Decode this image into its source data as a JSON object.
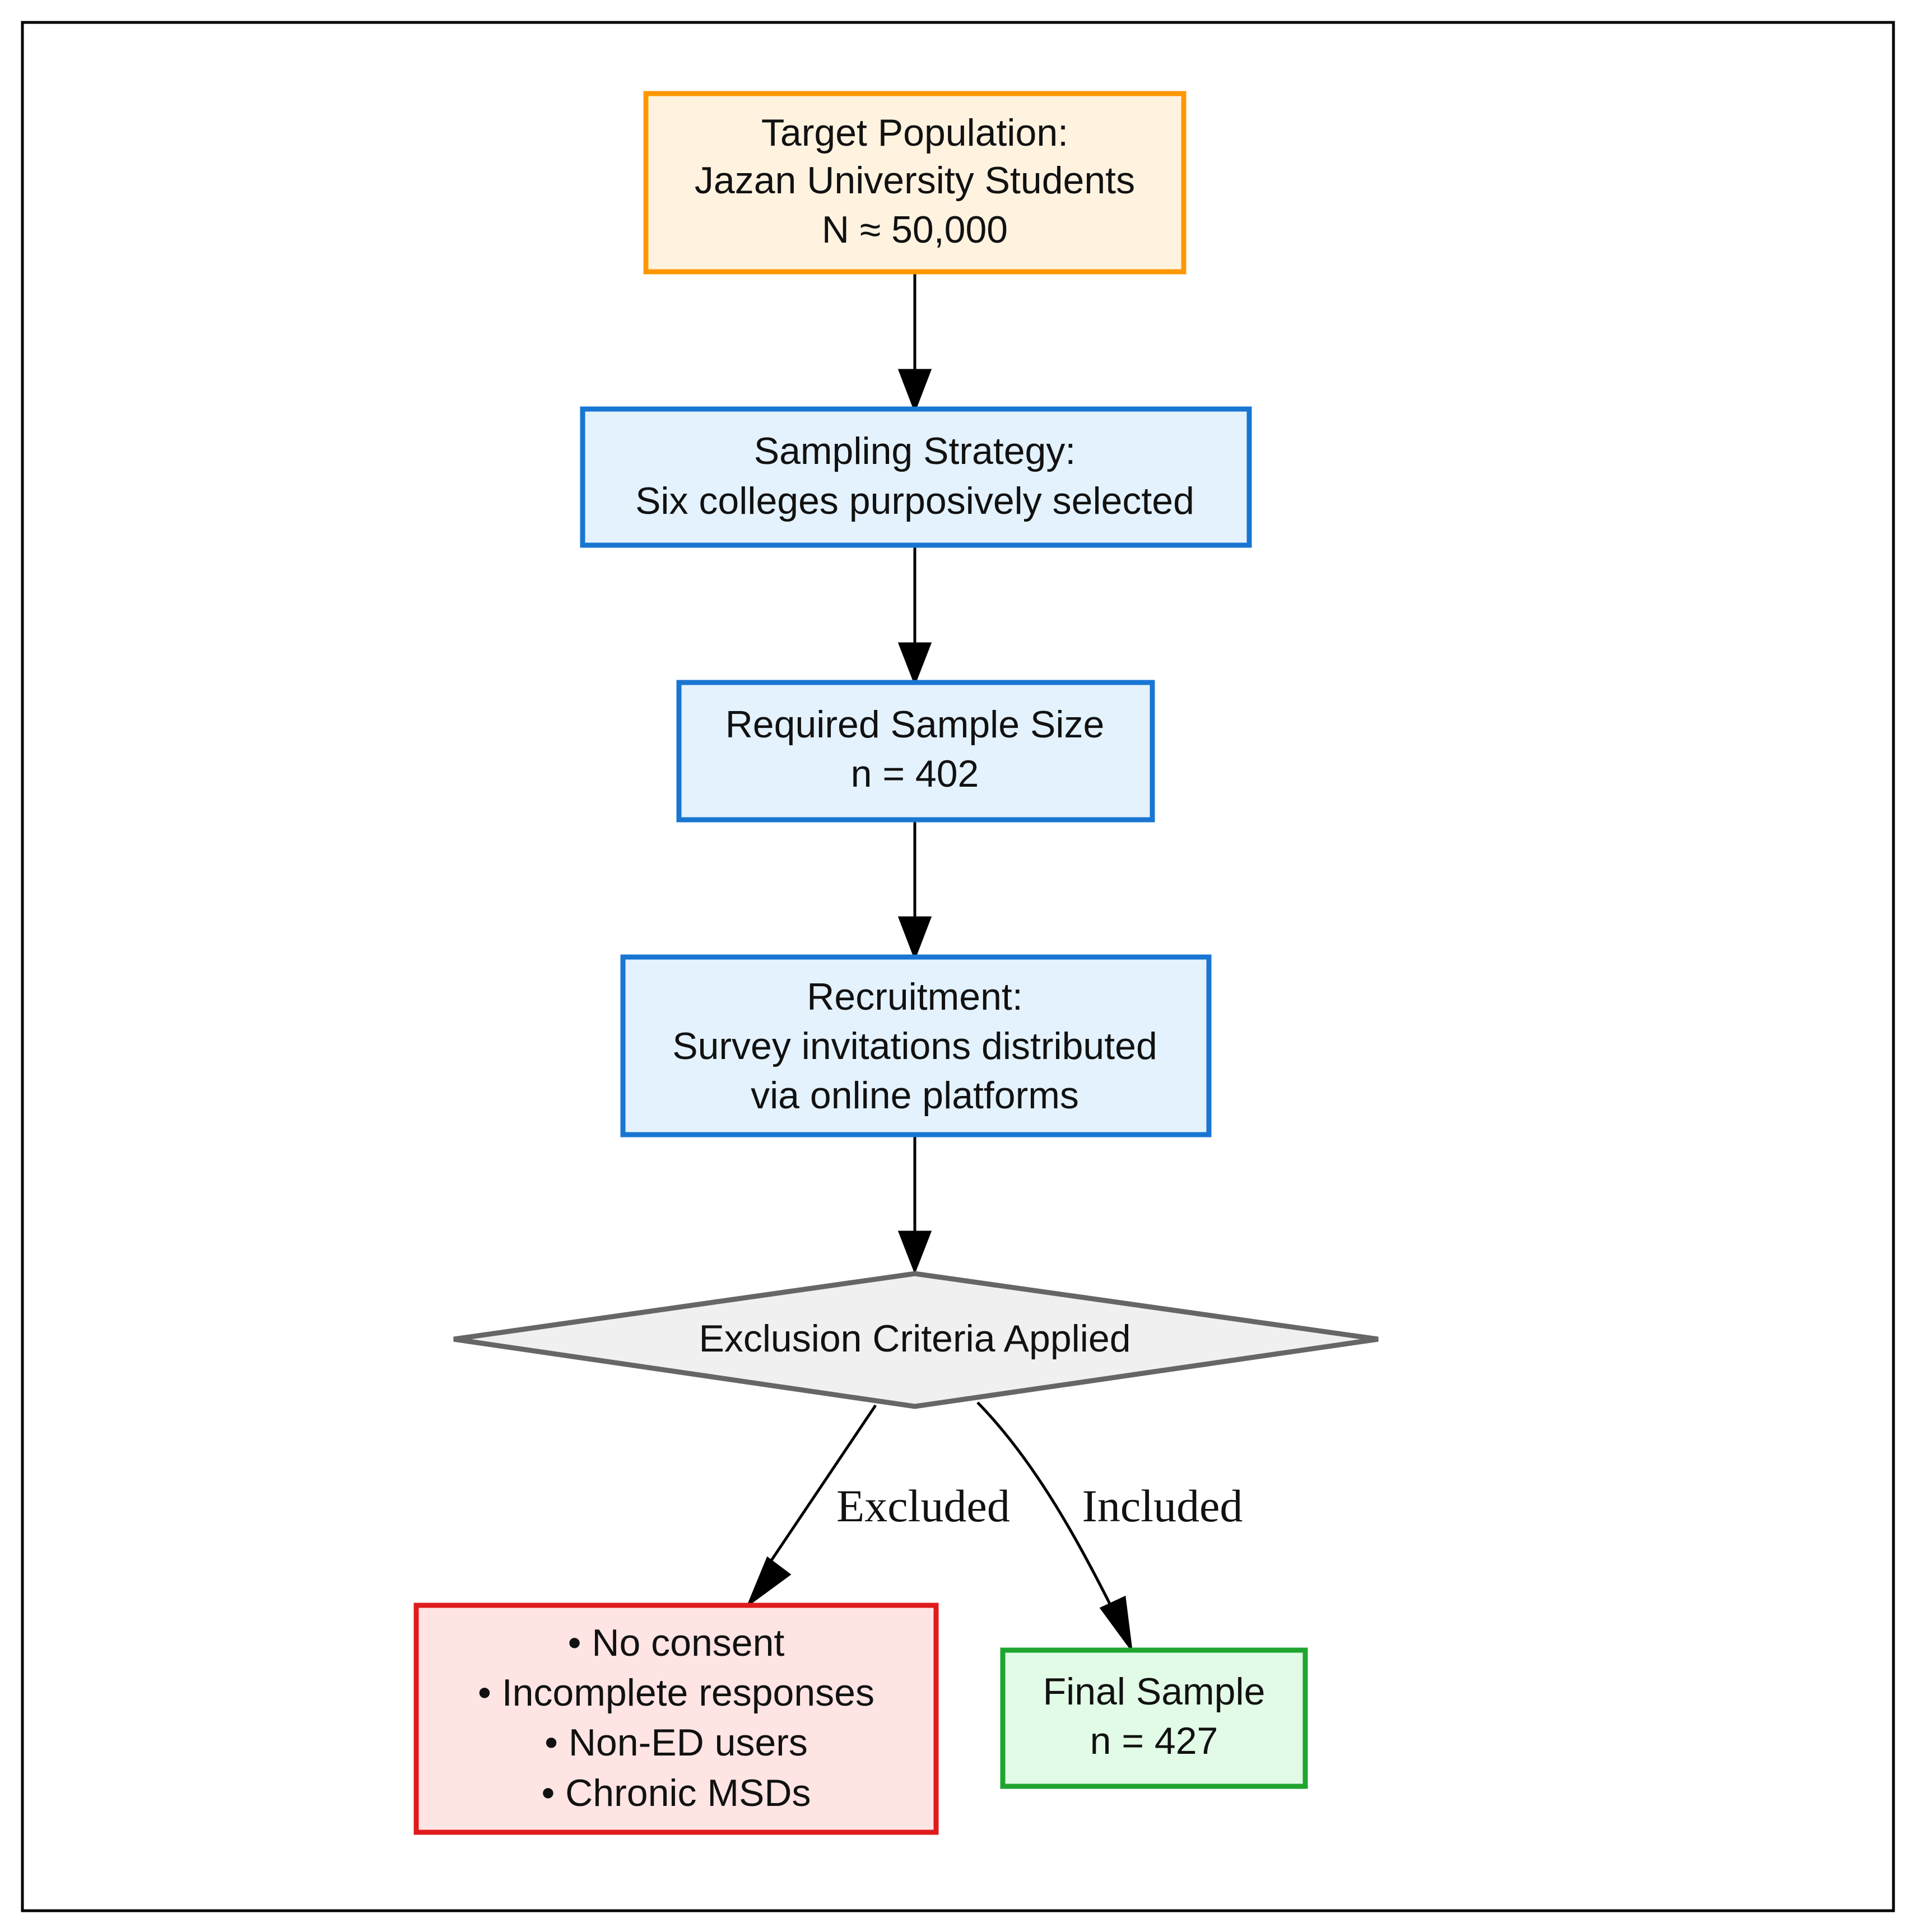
{
  "colors": {
    "frame": "#000000",
    "orange_fill": "#FFF3E0",
    "orange_stroke": "#FF9800",
    "blue_fill": "#E3F2FD",
    "blue_stroke": "#1976D2",
    "gray_fill": "#F0F0F0",
    "gray_stroke": "#666666",
    "red_fill": "#FFE4E4",
    "red_stroke": "#E01B1B",
    "green_fill": "#E2FBE6",
    "green_stroke": "#1FA52F",
    "arrow": "#000000"
  },
  "nodes": {
    "target": {
      "line1": "Target Population:",
      "line2": "Jazan University Students",
      "line3": "N ≈ 50,000"
    },
    "sampling": {
      "line1": "Sampling Strategy:",
      "line2": "Six colleges purposively selected"
    },
    "sample_size": {
      "line1": "Required Sample Size",
      "line2": "n = 402"
    },
    "recruitment": {
      "line1": "Recruitment:",
      "line2": "Survey invitations distributed",
      "line3": "via online platforms"
    },
    "exclusion": {
      "label": "Exclusion Criteria Applied"
    },
    "excluded_box": {
      "items": [
        "• No consent",
        "• Incomplete responses",
        "• Non-ED users",
        "• Chronic MSDs"
      ]
    },
    "final": {
      "line1": "Final Sample",
      "line2": "n = 427"
    }
  },
  "edges": {
    "excluded_label": "Excluded",
    "included_label": "Included"
  }
}
